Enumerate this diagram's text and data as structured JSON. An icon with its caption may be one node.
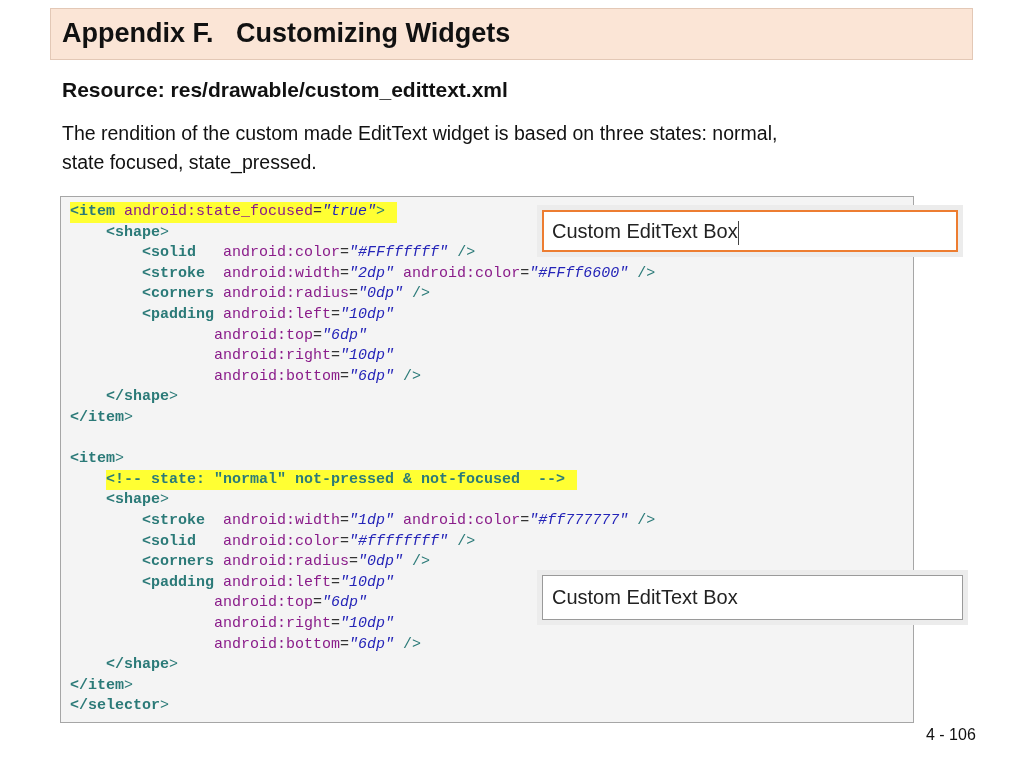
{
  "diagram": {
    "title": "Appendix F.   Customizing Widgets",
    "nodes": [
      {
        "text": [
          "Custom EditText Box"
        ]
      },
      {
        "text": [
          "Custom EditText Box"
        ]
      }
    ],
    "edges": [],
    "labels": [
      "Resource: res/drawable/custom_edittext.xml",
      "The rendition of the custom made EditText widget is based on three states: normal, state focused, state_pressed.",
      "<item android:state_focused=\"true\">",
      "<shape>",
      "<solid   android:color=\"#FFffffff\" />",
      "<stroke  android:width=\"2dp\" android:color=\"#FFff6600\" />",
      "<corners android:radius=\"0dp\" />",
      "<padding android:left=\"10dp\"",
      "android:top=\"6dp\"",
      "android:right=\"10dp\"",
      "android:bottom=\"6dp\" />",
      "</shape>",
      "</item>",
      "<item>",
      "<!-- state: \"normal\" not-pressed & not-focused  -->",
      "<shape>",
      "<stroke  android:width=\"1dp\" android:color=\"#ff777777\" />",
      "<solid   android:color=\"#ffffffff\" />",
      "<corners android:radius=\"0dp\" />",
      "<padding android:left=\"10dp\"",
      "android:top=\"6dp\"",
      "android:right=\"10dp\"",
      "android:bottom=\"6dp\" />",
      "</shape>",
      "</item>",
      "</selector>",
      "4 - 106"
    ]
  }
}
